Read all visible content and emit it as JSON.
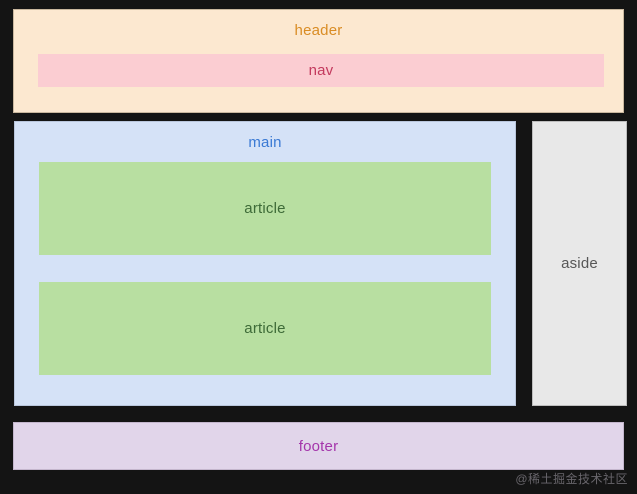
{
  "layout": {
    "background_color": "#141414",
    "regions": [
      {
        "name": "header",
        "label": "header",
        "background_color": "#fce8d0",
        "text_color": "#d98c24"
      },
      {
        "name": "nav",
        "label": "nav",
        "background_color": "#fbcdd2",
        "text_color": "#c33a5e"
      },
      {
        "name": "main",
        "label": "main",
        "background_color": "#d5e2f7",
        "text_color": "#3b7ad4"
      },
      {
        "name": "article-1",
        "label": "article",
        "background_color": "#b8dfa1",
        "text_color": "#3e6b38"
      },
      {
        "name": "article-2",
        "label": "article",
        "background_color": "#b8dfa1",
        "text_color": "#3e6b38"
      },
      {
        "name": "aside",
        "label": "aside",
        "background_color": "#e8e8e8",
        "text_color": "#575757"
      },
      {
        "name": "footer",
        "label": "footer",
        "background_color": "#e1d5ea",
        "text_color": "#a435ab"
      }
    ]
  },
  "header": {
    "label": "header"
  },
  "nav": {
    "label": "nav"
  },
  "main": {
    "label": "main",
    "articles": [
      {
        "label": "article"
      },
      {
        "label": "article"
      }
    ]
  },
  "aside": {
    "label": "aside"
  },
  "footer": {
    "label": "footer"
  },
  "watermark": {
    "text": "@稀土掘金技术社区"
  }
}
